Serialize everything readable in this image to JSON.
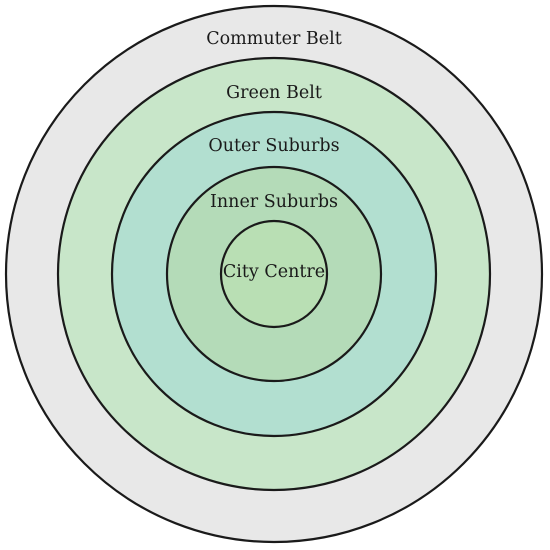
{
  "diagram": {
    "zones": [
      {
        "label": "Commuter Belt",
        "color": "#e8e8e8"
      },
      {
        "label": "Green Belt",
        "color": "#c8e6c9"
      },
      {
        "label": "Outer Suburbs",
        "color": "#b2dfd0"
      },
      {
        "label": "Inner Suburbs",
        "color": "#b4dbb8"
      },
      {
        "label": "City Centre",
        "color": "#b9dfb4"
      }
    ]
  }
}
